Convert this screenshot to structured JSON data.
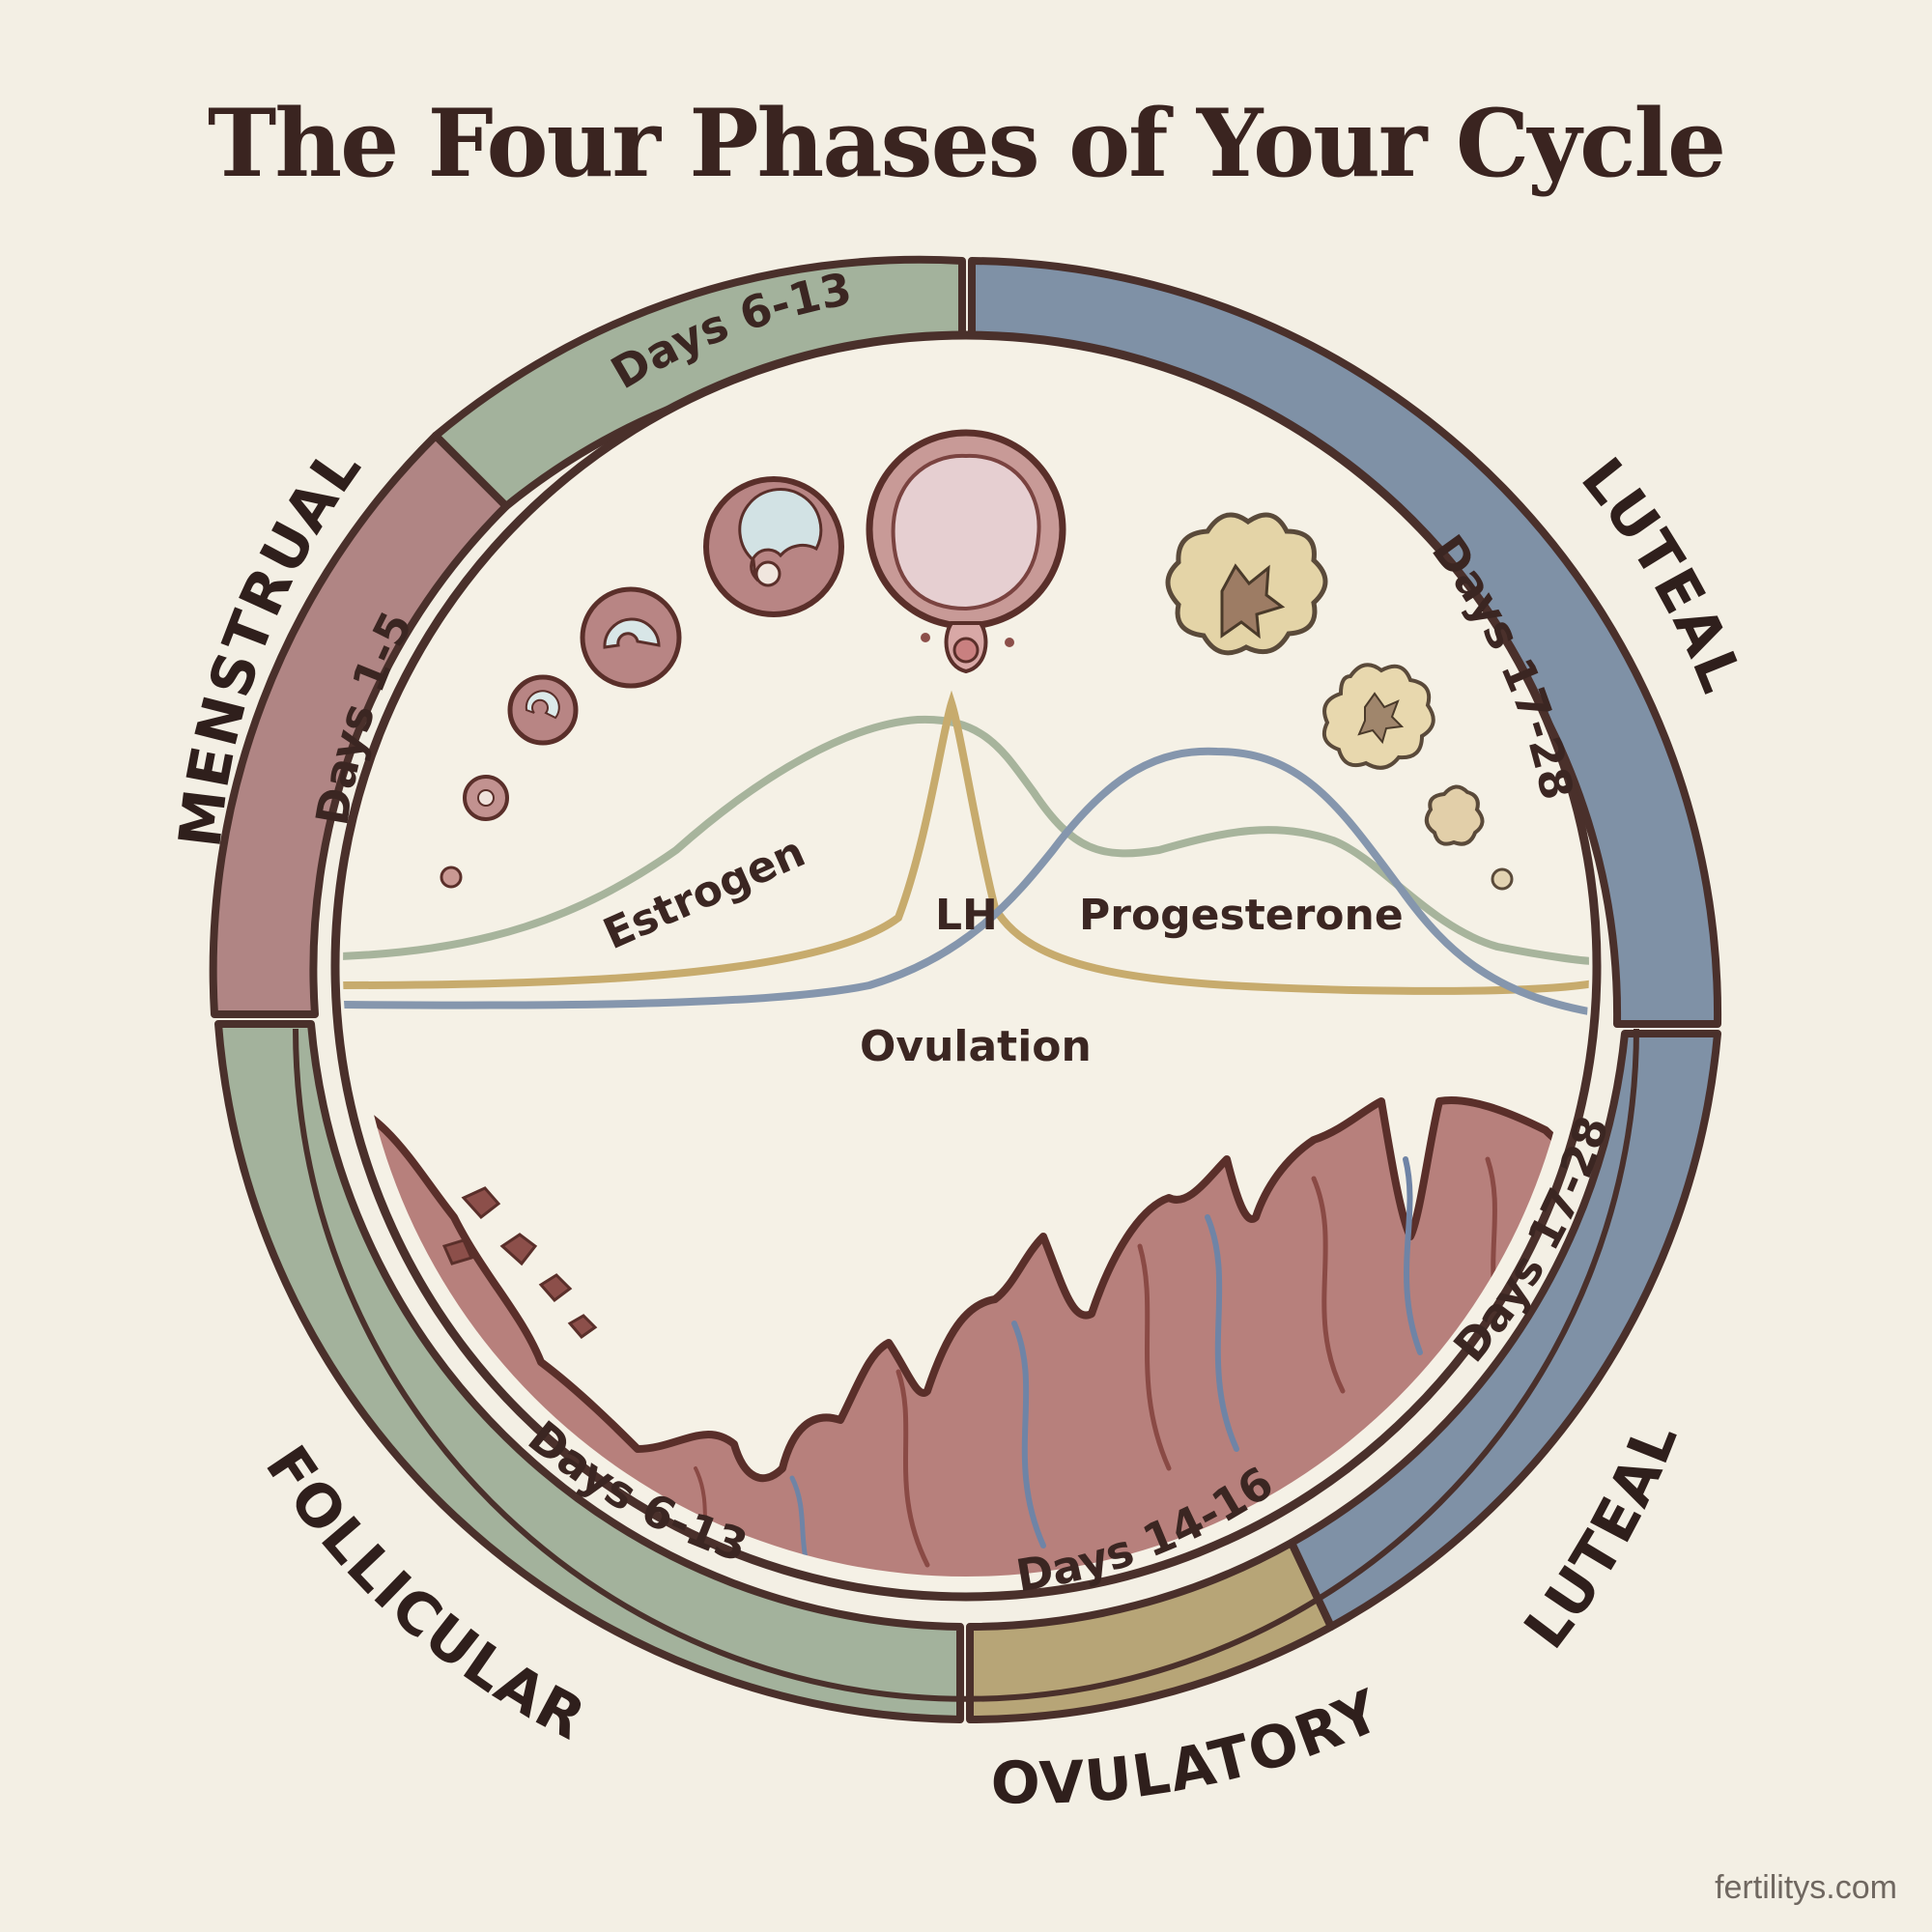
{
  "title": "The Four Phases of Your Cycle",
  "watermark": "fertilitys.com",
  "bands": {
    "menstrual": "Days 1-5",
    "follicular_top": "Days 6-13",
    "luteal_top": "Days 17-28",
    "follicular_bottom": "Days 6-13",
    "ovulatory": "Days 14-16",
    "luteal_bottom": "Days 17-28"
  },
  "phases": {
    "menstrual": "MENSTRUAL",
    "luteal_top": "LUTEAL",
    "follicular": "FOLLICULAR",
    "ovulatory": "OVULATORY",
    "luteal_bottom": "LUTEAL"
  },
  "hormones": {
    "estrogen": "Estrogen",
    "lh": "LH",
    "progesterone": "Progesterone",
    "ovulation": "Ovulation"
  },
  "colors": {
    "background": "#f3efe4",
    "menstrual": "#b08584",
    "follicular": "#a3b29c",
    "ovulatory": "#b7a577",
    "luteal": "#7f91a6",
    "outline": "#4a302b",
    "estrogen_curve": "#a7b49c",
    "lh_curve": "#c7ab6d",
    "progesterone_curve": "#8596ad"
  }
}
